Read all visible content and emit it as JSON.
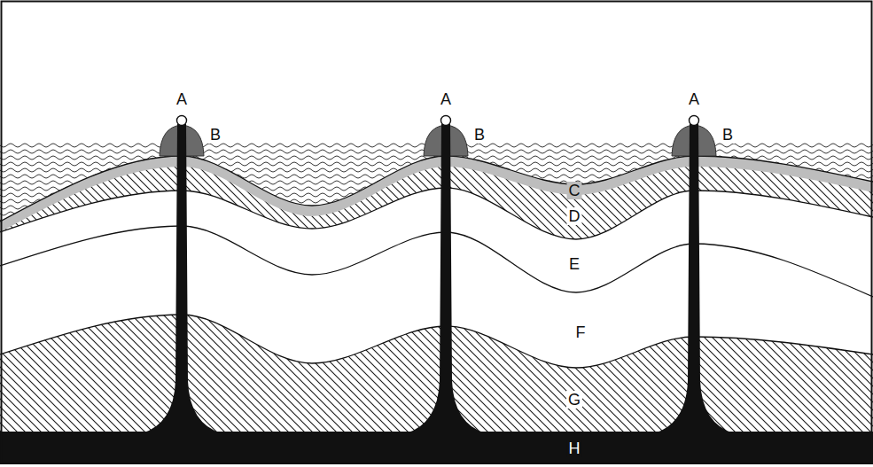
{
  "diagram": {
    "labels": [
      "A",
      "B",
      "A",
      "B",
      "A",
      "B",
      "C",
      "D",
      "E",
      "F",
      "G",
      "H"
    ]
  }
}
